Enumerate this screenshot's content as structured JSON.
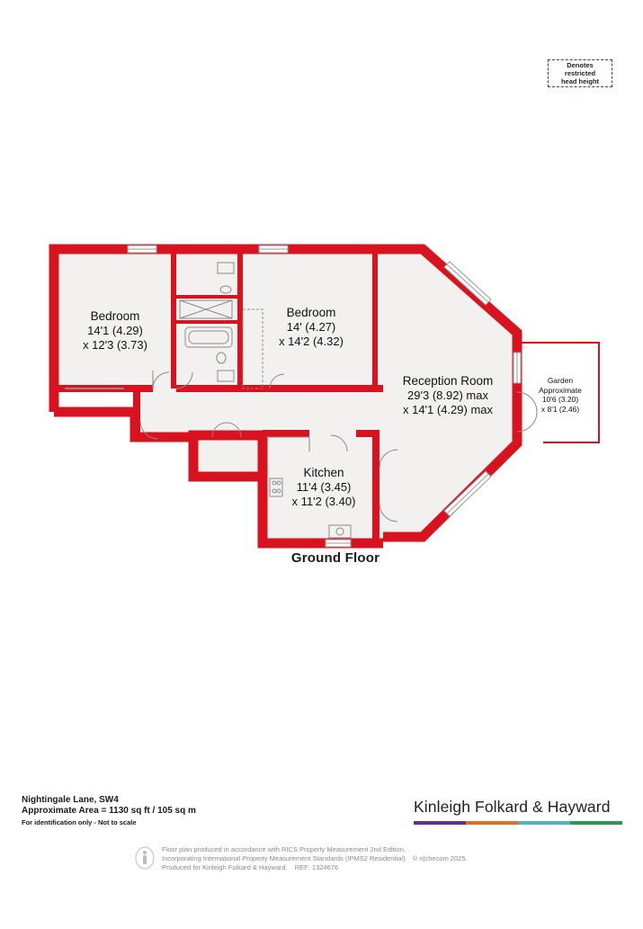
{
  "legend": {
    "line1": "Denotes restricted",
    "line2": "head height"
  },
  "rooms": [
    {
      "id": "bedroom1",
      "name": "Bedroom",
      "dim1": "14'1 (4.29)",
      "dim2": "x 12'3 (3.73)"
    },
    {
      "id": "bedroom2",
      "name": "Bedroom",
      "dim1": "14' (4.27)",
      "dim2": "x 14'2 (4.32)"
    },
    {
      "id": "reception",
      "name": "Reception Room",
      "dim1": "29'3 (8.92) max",
      "dim2": "x 14'1 (4.29) max"
    },
    {
      "id": "kitchen",
      "name": "Kitchen",
      "dim1": "11'4 (3.45)",
      "dim2": "x 11'2 (3.40)"
    },
    {
      "id": "garden",
      "name": "Garden",
      "sub": "Approximate",
      "dim1": "10'6 (3.20)",
      "dim2": "x 8'1 (2.46)"
    }
  ],
  "floor_title": "Ground Floor",
  "footer": {
    "address": "Nightingale Lane, SW4",
    "area": "Approximate Area = 1130 sq ft / 105 sq m",
    "note": "For identification only - Not to scale",
    "brand": "Kinleigh Folkard & Hayward",
    "brand_bar_colors": [
      "#6a2c8f",
      "#e36f1e",
      "#4fb5c6",
      "#2d9a4a"
    ],
    "disclaimer_line1": "Floor plan produced in accordance with RICS Property Measurement 2nd Edition,",
    "disclaimer_line2": "Incorporating International Property Measurement Standards (IPMS2 Residential).",
    "disclaimer_copy": "© n|checom 2025.",
    "disclaimer_line3": "Produced for Kinleigh Folkard & Hayward.",
    "ref": "REF: 1324676"
  },
  "colors": {
    "wall": "#d9121f",
    "floor": "#f3f1f0",
    "fixture": "#8a8a8a"
  },
  "icons": [
    "legend-hatch-icon",
    "ipms-person-icon"
  ]
}
